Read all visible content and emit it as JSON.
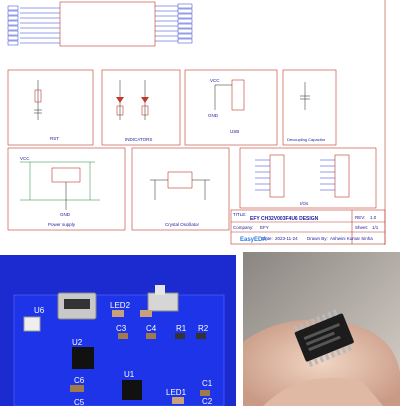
{
  "schematic": {
    "blocks": {
      "rst": "RST",
      "indicators": "INDICATORS",
      "usb": "USB",
      "decoupling": "Decoupling Capacitor",
      "power": "Power supply",
      "crystal": "Crystal Oscillator",
      "io": "I/Os"
    },
    "title_block": {
      "title_label": "TITLE:",
      "title": "EFY CH32V003F4U6 DESIGN",
      "rev_label": "REV:",
      "rev": "1.0",
      "company_label": "Company:",
      "company": "EFY",
      "sheet_label": "Sheet:",
      "sheet": "1/1",
      "date_label": "Date:",
      "date": "2023-11-24",
      "drawn_label": "Drawn By:",
      "drawn": "Ashwini Kumar Sinha",
      "logo": "EasyEDA"
    },
    "net_labels": [
      "VCC",
      "GND",
      "VCC",
      "GND"
    ]
  },
  "pcb": {
    "silkscreen": [
      "U6",
      "LED2",
      "C3",
      "C4",
      "R1",
      "R2",
      "U2",
      "C6",
      "U1",
      "LED1",
      "C1",
      "C2",
      "C5"
    ]
  }
}
